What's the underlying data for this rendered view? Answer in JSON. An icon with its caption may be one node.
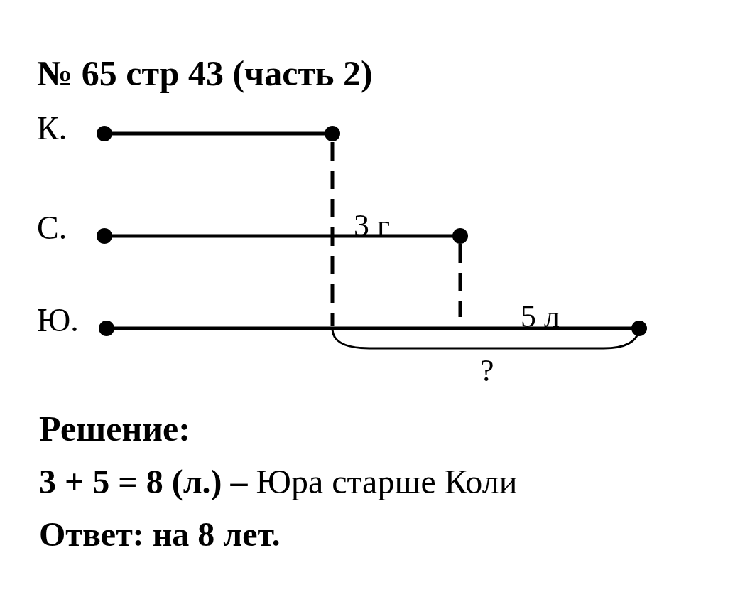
{
  "diagram": {
    "title": "№ 65 стр 43 (часть 2)",
    "labels": [
      "К.",
      "С.",
      "Ю.",
      "3 г",
      "5 л",
      "?",
      "Решение:",
      "**3 + 5 = 8 (л.) –** Юра старше Коли",
      "Ответ: на 8 лет."
    ]
  }
}
